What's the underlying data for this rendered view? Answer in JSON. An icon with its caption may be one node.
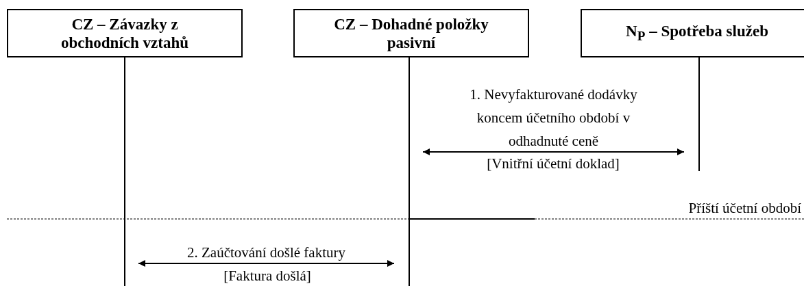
{
  "diagram": {
    "nodes": [
      {
        "text": [
          "CZ – Závazky z obchodních vztahů"
        ]
      },
      {
        "text": [
          "CZ – Dohadné položky pasivní"
        ]
      },
      {
        "text": [
          "N$_{P}$ – Spotřeba služeb"
        ]
      }
    ],
    "edges": [
      {
        "from": 1,
        "to": 2,
        "arrow": "both",
        "label": "1. Nevyfakturované dodávky koncem účetního období v odhadnuté ceně"
      },
      {
        "from": 0,
        "to": 1,
        "arrow": "both",
        "label": "2. Zaúčtování došlé faktury"
      }
    ],
    "labels": [
      "[Vnitřní účetní doklad]",
      "Příští účetní období",
      "[Faktura došlá]"
    ]
  }
}
